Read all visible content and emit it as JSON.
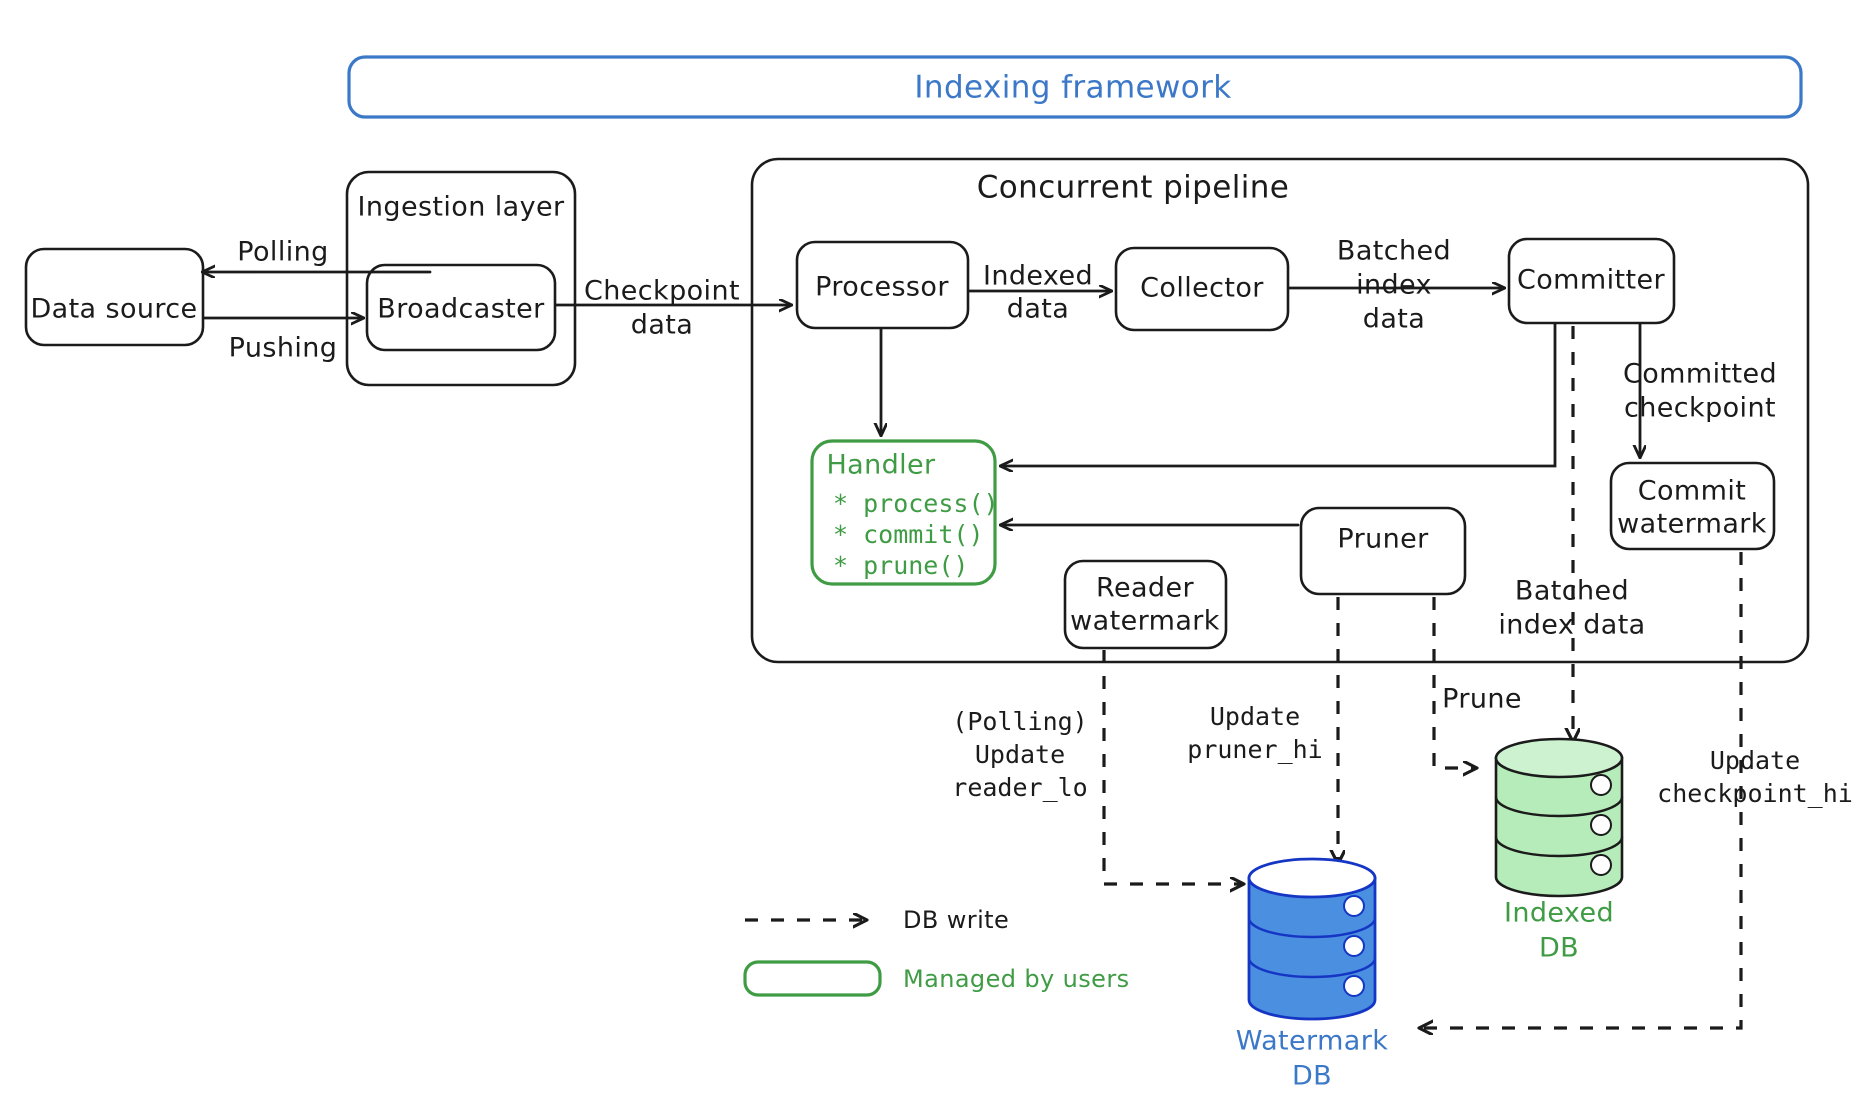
{
  "diagram": {
    "title": "Indexing framework",
    "colors": {
      "blue": "#3c78c8",
      "green": "#3f9c45",
      "ink": "#1b1b1b",
      "db_blue": "#4a8fe0",
      "db_green": "#b6ecb9"
    },
    "groups": {
      "framework": "Indexing framework",
      "ingestion": "Ingestion layer",
      "pipeline": "Concurrent pipeline"
    },
    "nodes": {
      "data_source": "Data source",
      "broadcaster": "Broadcaster",
      "processor": "Processor",
      "collector": "Collector",
      "committer": "Committer",
      "commit_watermark_l1": "Commit",
      "commit_watermark_l2": "watermark",
      "reader_watermark_l1": "Reader",
      "reader_watermark_l2": "watermark",
      "pruner": "Pruner",
      "handler_title": "Handler",
      "handler_methods": [
        "* process()",
        "* commit()",
        "* prune()"
      ]
    },
    "databases": {
      "indexed_db_l1": "Indexed",
      "indexed_db_l2": "DB",
      "watermark_db_l1": "Watermark",
      "watermark_db_l2": "DB"
    },
    "edge_labels": {
      "polling": "Polling",
      "pushing": "Pushing",
      "checkpoint_data_l1": "Checkpoint",
      "checkpoint_data_l2": "data",
      "indexed_data_l1": "Indexed",
      "indexed_data_l2": "data",
      "batched_index_data_l1": "Batched",
      "batched_index_data_l2": "index",
      "batched_index_data_l3": "data",
      "committed_checkpoint_l1": "Committed",
      "committed_checkpoint_l2": "checkpoint",
      "batched_index_data2_l1": "Batched",
      "batched_index_data2_l2": "index data",
      "prune": "Prune",
      "polling_update_l1": "(Polling)",
      "polling_update_l2": "Update",
      "polling_update_l3": "reader_lo",
      "update_pruner_l1": "Update",
      "update_pruner_l2": "pruner_hi",
      "update_checkpoint_l1": "Update",
      "update_checkpoint_l2": "checkpoint_hi"
    },
    "legend": {
      "db_write": "DB write",
      "managed_by_users": "Managed by users"
    }
  }
}
